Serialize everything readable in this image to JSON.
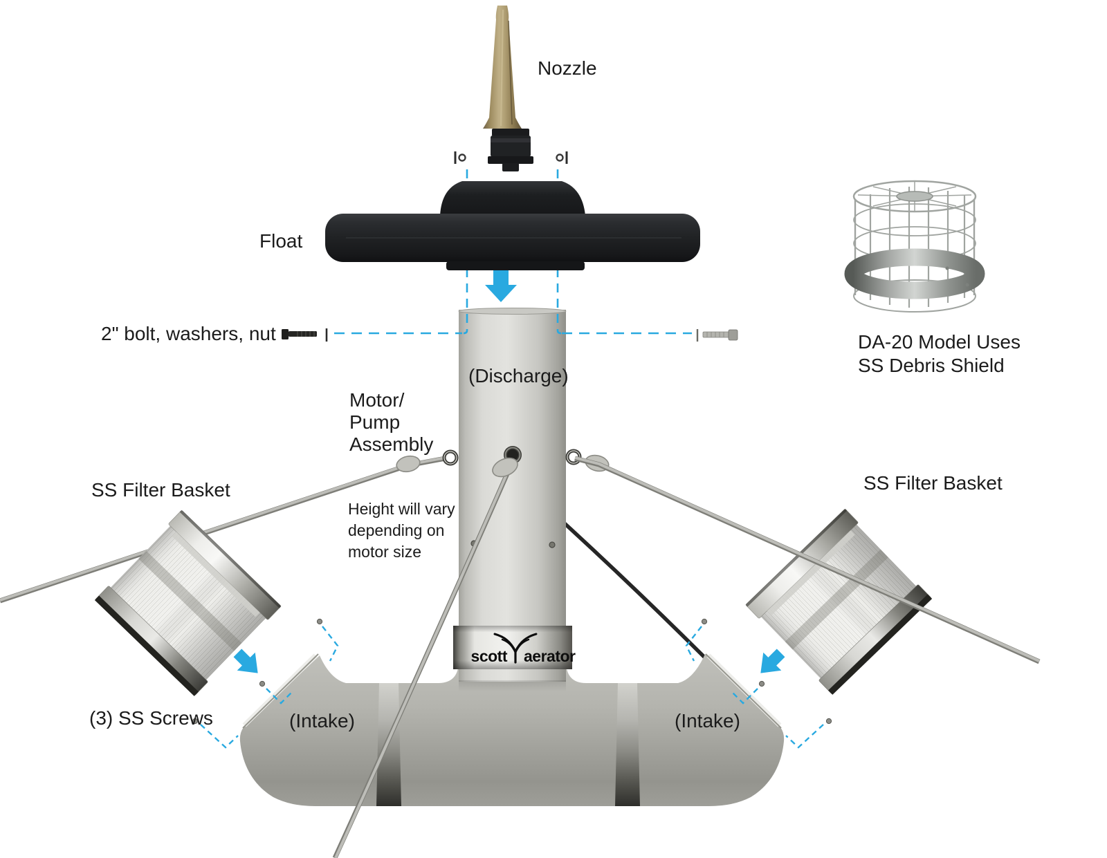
{
  "labels": {
    "nozzle": "Nozzle",
    "float": "Float",
    "bolt_row": "2\" bolt, washers, nut",
    "discharge": "(Discharge)",
    "motor_line1": "Motor/",
    "motor_line2": "Pump",
    "motor_line3": "Assembly",
    "height_line1": "Height will vary",
    "height_line2": "depending on",
    "height_line3": "motor size",
    "filter_left": "SS Filter Basket",
    "filter_right": "SS Filter Basket",
    "screws": "(3) SS Screws",
    "intake_left": "(Intake)",
    "intake_right": "(Intake)",
    "debris_line1": "DA-20 Model Uses",
    "debris_line2": "SS Debris Shield"
  },
  "brand": {
    "left": "scott",
    "right": "aerator"
  },
  "colors": {
    "accent": "#29A9E0",
    "text": "#1b1b1b",
    "background": "#ffffff"
  }
}
